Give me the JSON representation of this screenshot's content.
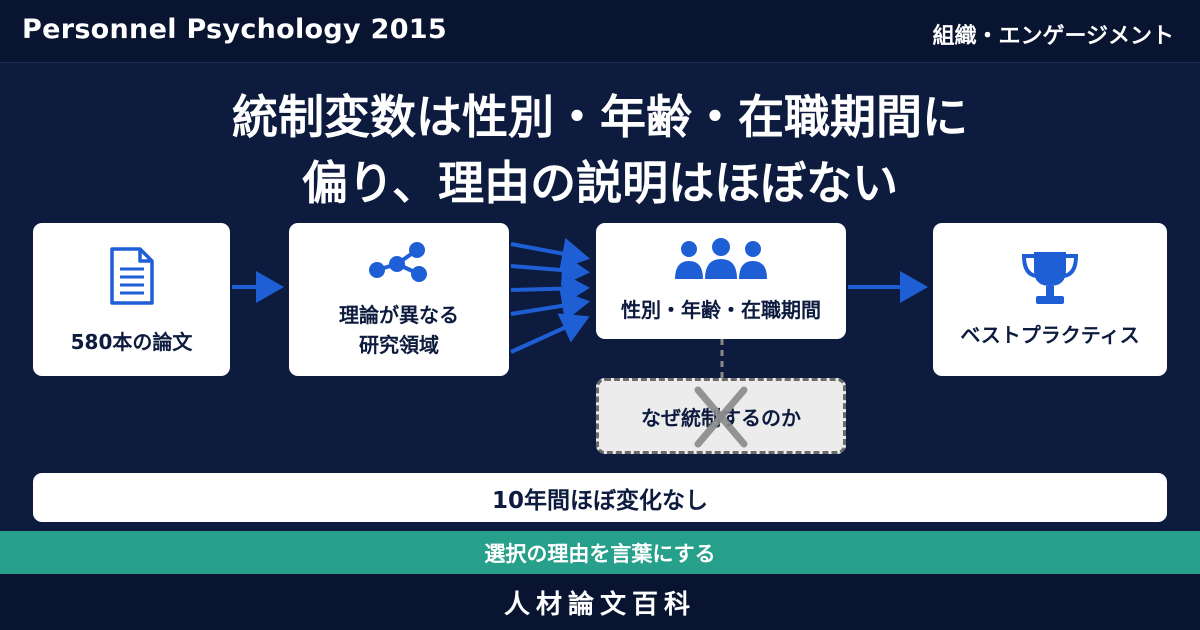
{
  "header": {
    "journal": "Personnel Psychology 2015",
    "category": "組織・エンゲージメント"
  },
  "headline": {
    "line1": "統制変数は性別・年齢・在職期間に",
    "line2": "偏り、理由の説明はほぼない"
  },
  "flow": {
    "papers": {
      "label": "580本の論文",
      "icon": "document-icon"
    },
    "fields": {
      "label_line1": "理論が異なる",
      "label_line2": "研究領域",
      "icon": "network-icon"
    },
    "controls": {
      "label": "性別・年齢・在職期間",
      "icon": "people-icon"
    },
    "best_practice": {
      "label": "ベストプラクティス",
      "icon": "trophy-icon"
    },
    "missing_reason": {
      "label": "なぜ統制するのか",
      "icon": "cross-icon"
    }
  },
  "summary": "10年間ほぼ変化なし",
  "advice": "選択の理由を言葉にする",
  "footer": "人材論文百科",
  "colors": {
    "background": "#0d1b3e",
    "accent_blue": "#1f5fd6",
    "teal": "#26a08a",
    "card": "#ffffff",
    "cross_gray": "#8a8a8a"
  }
}
